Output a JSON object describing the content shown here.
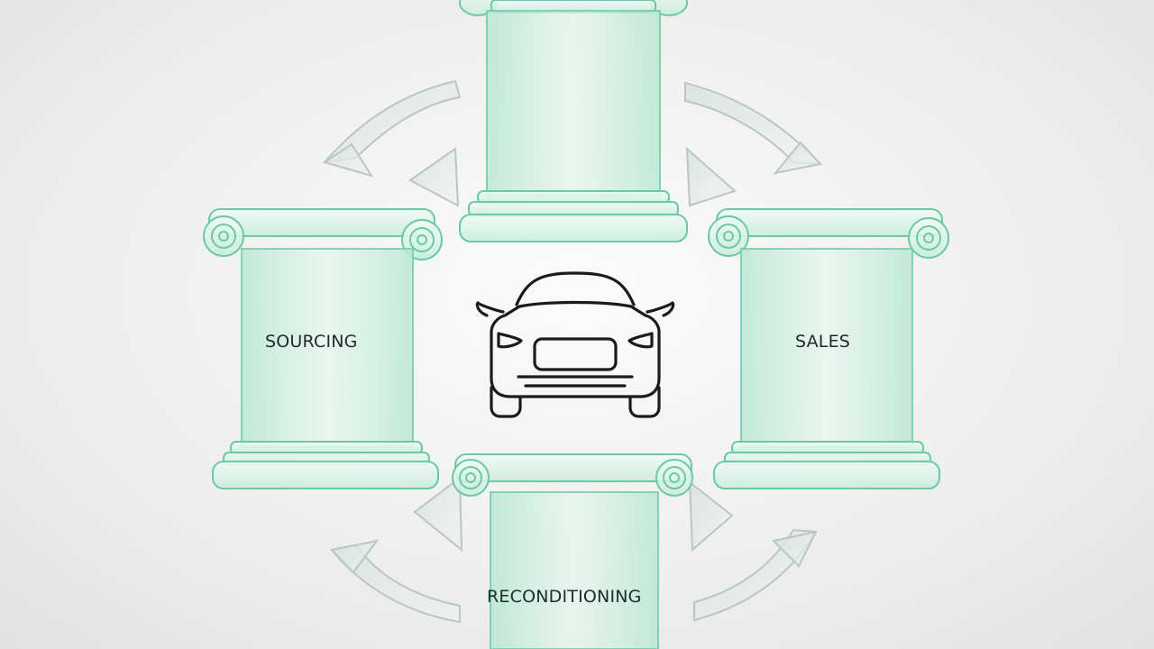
{
  "diagram": {
    "center_icon": "car-front-icon",
    "cycle_arrows": "curved-arrows-clockwise",
    "pillars": [
      {
        "id": "top",
        "label": ""
      },
      {
        "id": "left",
        "label": "SOURCING"
      },
      {
        "id": "right",
        "label": "SALES"
      },
      {
        "id": "bottom",
        "label": "RECONDITIONING"
      }
    ],
    "colors": {
      "pillar_fill": "#cdeee0",
      "pillar_edge": "#6cc9a6",
      "arrow": "#c9d3d0",
      "car_stroke": "#1b1b1b",
      "text": "#1f2a2a"
    }
  }
}
